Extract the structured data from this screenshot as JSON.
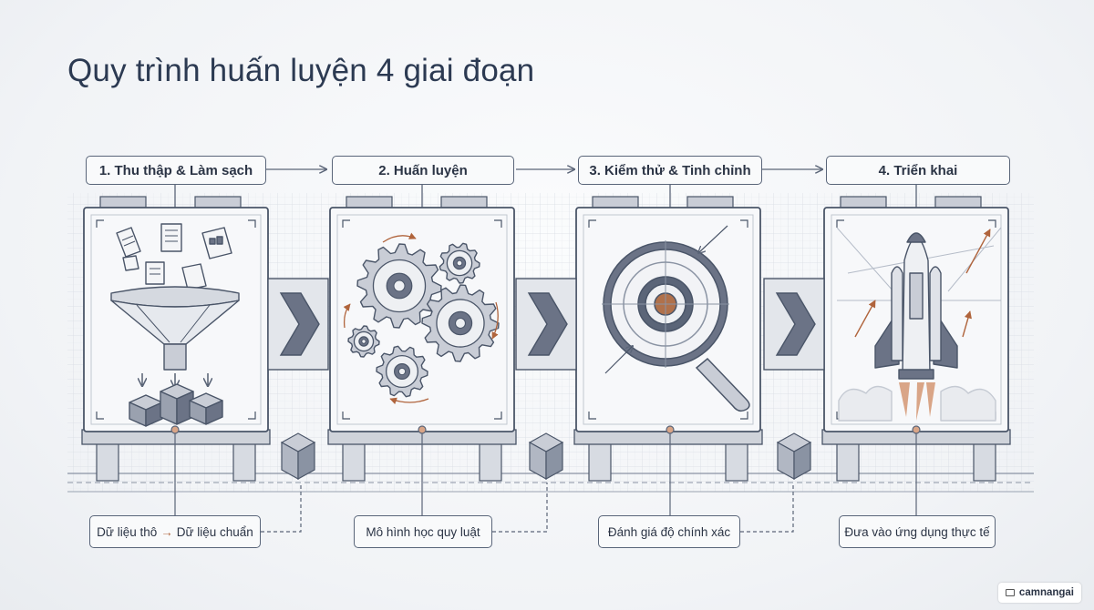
{
  "title": "Quy trình huấn luyện 4 giai đoạn",
  "stages": [
    {
      "label": "1. Thu thập & Làm sạch",
      "icon": "funnel-documents-icon",
      "caption_from": "Dữ liệu thô",
      "caption_to": "Dữ liệu chuẩn"
    },
    {
      "label": "2. Huấn luyện",
      "icon": "gears-icon",
      "caption": "Mô hình học quy luật"
    },
    {
      "label": "3. Kiểm thử & Tinh chỉnh",
      "icon": "magnifier-target-icon",
      "caption": "Đánh giá độ chính xác"
    },
    {
      "label": "4. Triển khai",
      "icon": "rocket-icon",
      "caption": "Đưa vào ứng dụng thực tế"
    }
  ],
  "brand": "camnangai",
  "colors": {
    "ink": "#4a5568",
    "accent": "#b0643c",
    "fill": "#c9cdd6",
    "dark": "#6b7386",
    "paper": "#f7f8fa"
  }
}
